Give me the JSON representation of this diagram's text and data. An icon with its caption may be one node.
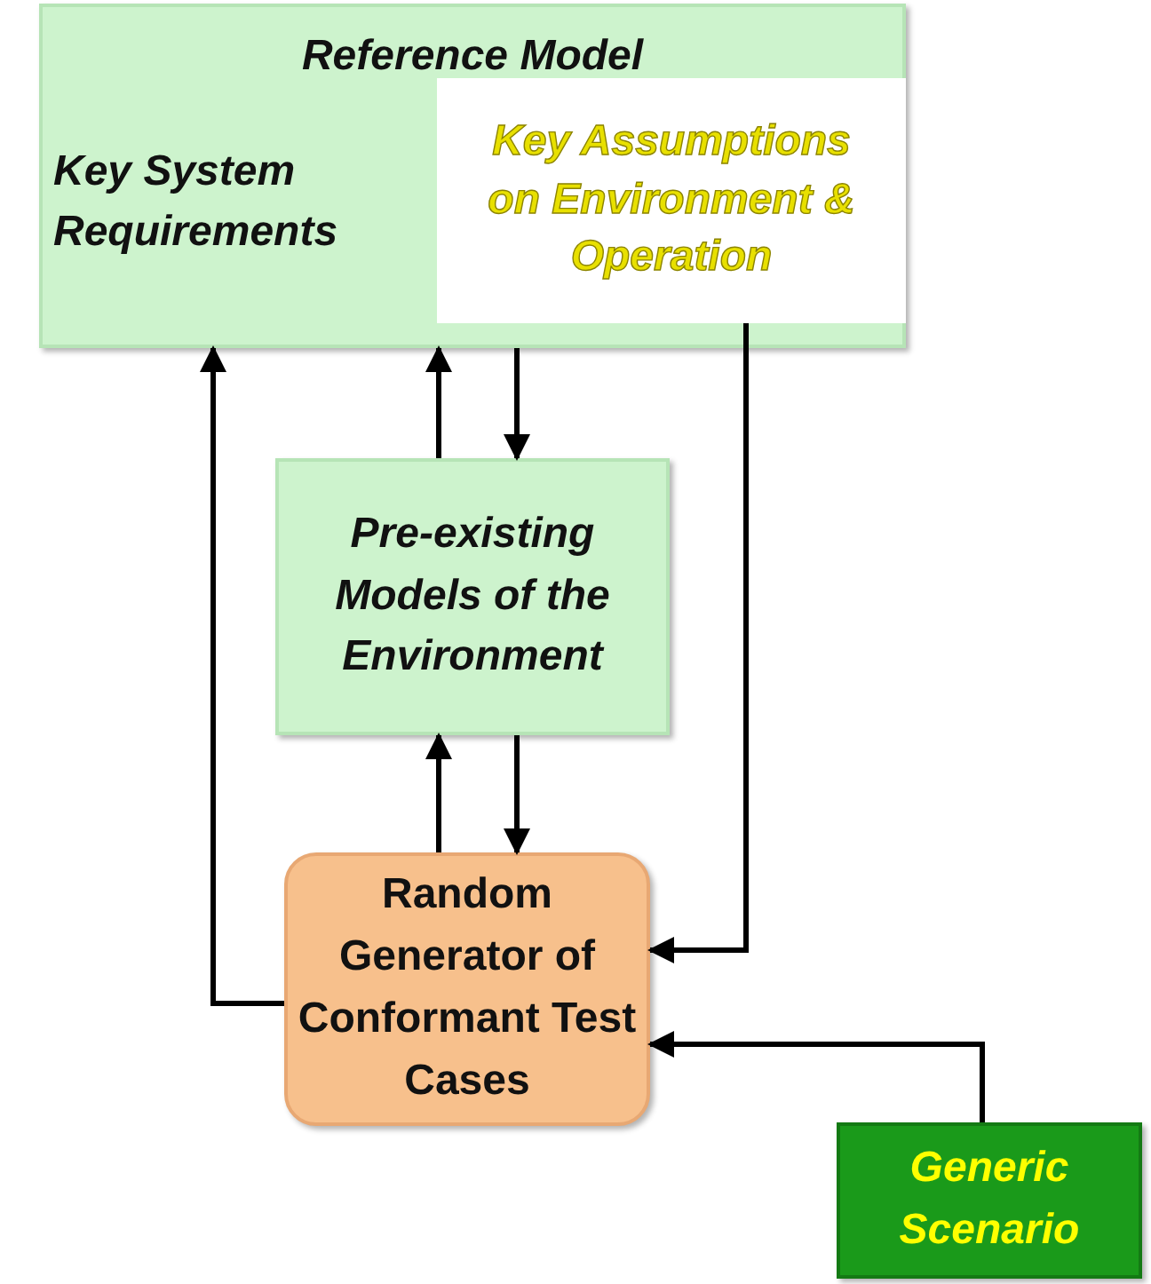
{
  "diagram": {
    "nodes": [
      {
        "text": [
          "Reference Model",
          "Key System Requirements"
        ]
      },
      {
        "text": [
          "Key Assumptions on Environment & Operation"
        ],
        "in": 0
      },
      {
        "text": [
          "Pre-existing Models of the Environment"
        ]
      },
      {
        "text": [
          "Random Generator of Conformant Test Cases"
        ]
      },
      {
        "text": [
          "Generic Scenario"
        ]
      }
    ],
    "edges": [
      {
        "from": 3,
        "to": 0,
        "arrow": "to"
      },
      {
        "from": 2,
        "to": 0,
        "arrow": "to"
      },
      {
        "from": 0,
        "to": 2,
        "arrow": "to"
      },
      {
        "from": 3,
        "to": 2,
        "arrow": "to"
      },
      {
        "from": 2,
        "to": 3,
        "arrow": "to"
      },
      {
        "from": 1,
        "to": 3,
        "arrow": "to"
      },
      {
        "from": 4,
        "to": 3,
        "arrow": "to"
      }
    ]
  }
}
